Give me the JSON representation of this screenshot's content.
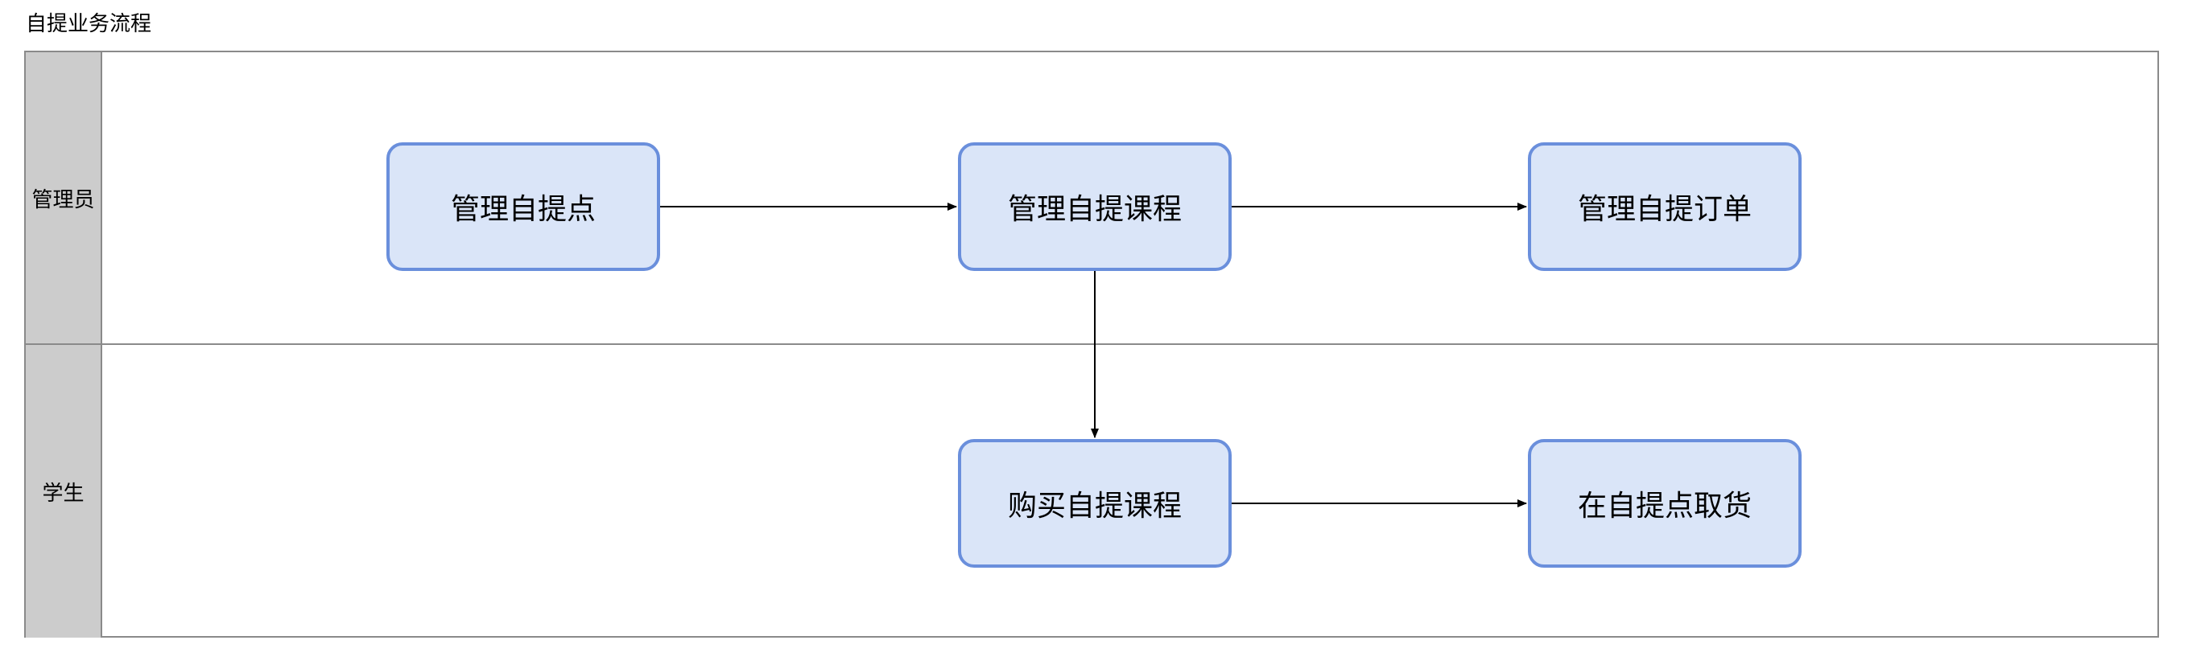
{
  "title": "自提业务流程",
  "lanes": [
    {
      "label": "管理员"
    },
    {
      "label": "学生"
    }
  ],
  "nodes": {
    "manage_pickup_point": "管理自提点",
    "manage_pickup_course": "管理自提课程",
    "manage_pickup_order": "管理自提订单",
    "buy_pickup_course": "购买自提课程",
    "collect_at_pickup": "在自提点取货"
  },
  "edges": [
    {
      "from": "管理自提点",
      "to": "管理自提课程"
    },
    {
      "from": "管理自提课程",
      "to": "管理自提订单"
    },
    {
      "from": "管理自提课程",
      "to": "购买自提课程"
    },
    {
      "from": "购买自提课程",
      "to": "在自提点取货"
    }
  ],
  "colors": {
    "node_fill": "#dae5f8",
    "node_border": "#6a8fdc",
    "lane_header_fill": "#cccccc",
    "line": "#000000"
  }
}
